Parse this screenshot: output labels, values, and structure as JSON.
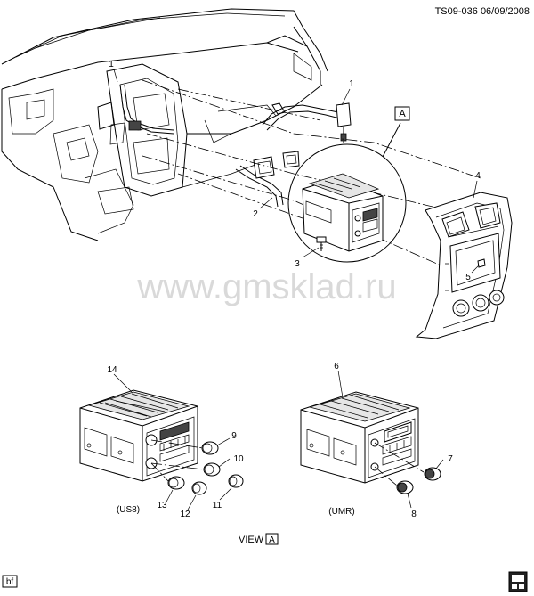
{
  "header": {
    "ref_code": "TS09-036 06/09/2008"
  },
  "watermark": "www.gmsklad.ru",
  "callouts": {
    "c1a": "1",
    "c1b": "1",
    "c2": "2",
    "c3": "3",
    "c4": "4",
    "c5": "5",
    "c6": "6",
    "c7": "7",
    "c8": "8",
    "c9": "9",
    "c10": "10",
    "c11": "11",
    "c12": "12",
    "c13": "13",
    "c14": "14"
  },
  "view_a_tag": "A",
  "variants": {
    "left": "(US8)",
    "right": "(UMR)"
  },
  "view_caption": {
    "text": "VIEW",
    "tag": "A"
  },
  "corner_tag": "bf"
}
